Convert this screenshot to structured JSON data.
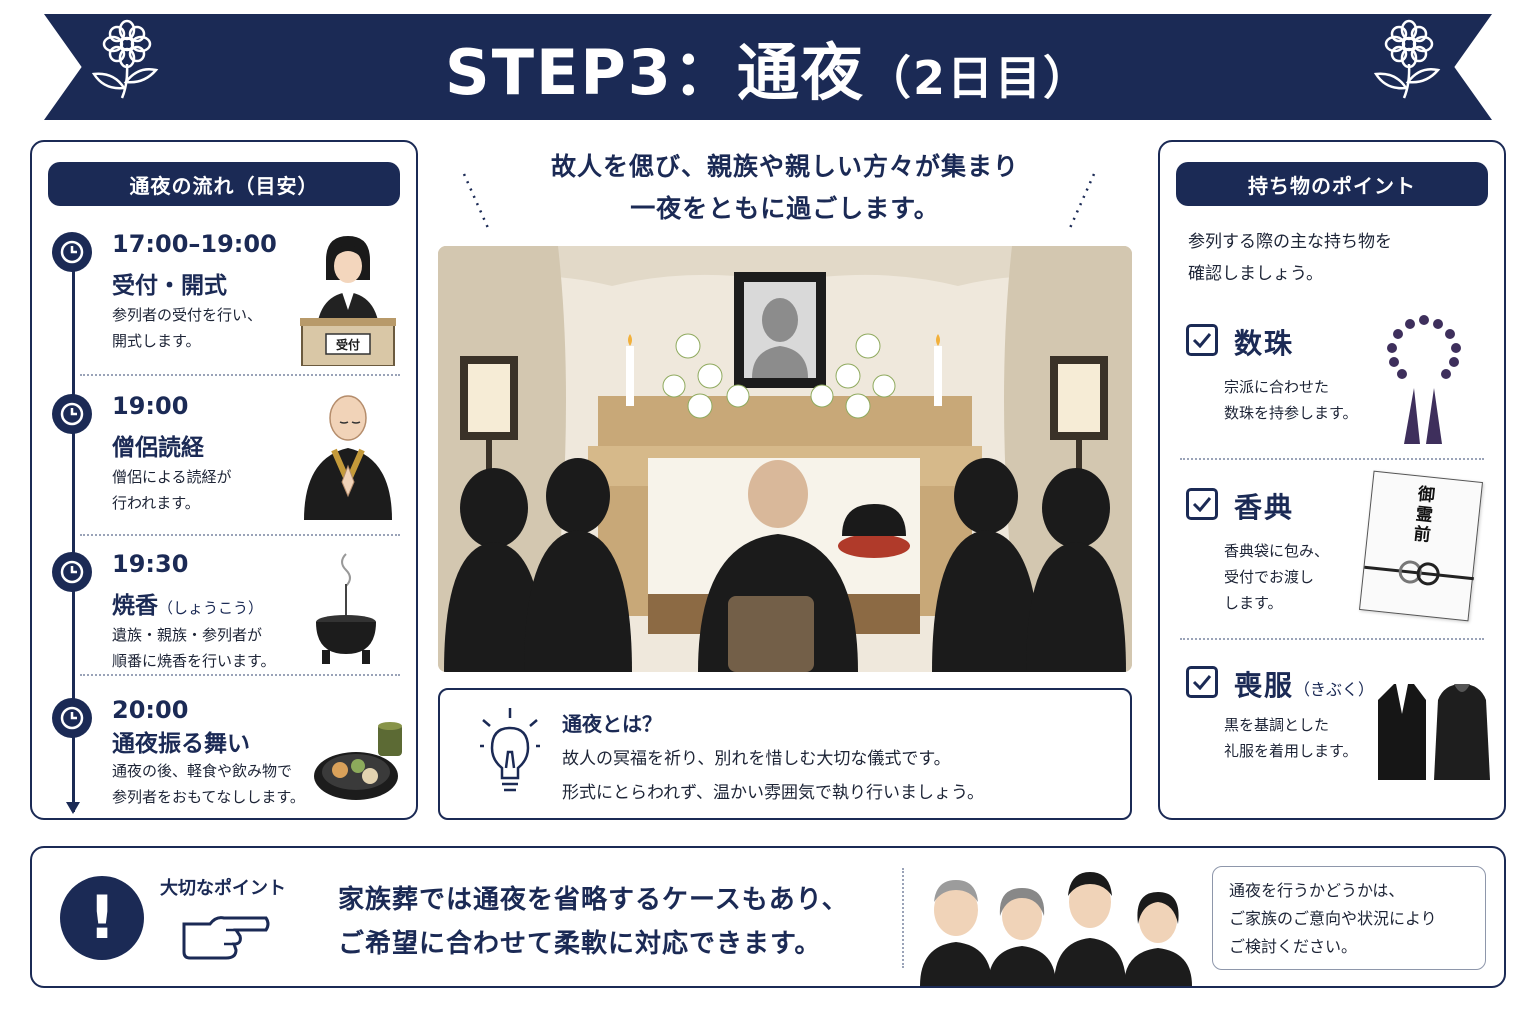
{
  "banner": {
    "title": "STEP3：通夜",
    "subtitle": "（2日目）"
  },
  "flow": {
    "heading": "通夜の流れ（目安）",
    "items": [
      {
        "time": "17:00–19:00",
        "title": "受付・開式",
        "ruby": "",
        "desc1": "参列者の受付を行い、",
        "desc2": "開式します。",
        "sign": "受付",
        "icon": "clock-icon"
      },
      {
        "time": "19:00",
        "title": "僧侶読経",
        "ruby": "",
        "desc1": "僧侶による読経が",
        "desc2": "行われます。",
        "icon": "clock-icon"
      },
      {
        "time": "19:30",
        "title": "焼香",
        "ruby": "（しょうこう）",
        "desc1": "遺族・親族・参列者が",
        "desc2": "順番に焼香を行います。",
        "icon": "clock-icon"
      },
      {
        "time": "20:00",
        "title": "通夜振る舞い",
        "ruby": "",
        "desc1": "通夜の後、軽食や飲み物で",
        "desc2": "参列者をおもてなしします。",
        "icon": "clock-icon"
      }
    ]
  },
  "center": {
    "lead1": "故人を偲び、親族や親しい方々が集まり",
    "lead2": "一夜をともに過ごします。",
    "about_title": "通夜とは？",
    "about1": "故人の冥福を祈り、別れを惜しむ大切な儀式です。",
    "about2": "形式にとらわれず、温かい雰囲気で執り行いましょう。"
  },
  "items": {
    "heading": "持ち物のポイント",
    "intro1": "参列する際の主な持ち物を",
    "intro2": "確認しましょう。",
    "list": [
      {
        "name": "数珠",
        "ruby": "",
        "desc1": "宗派に合わせた",
        "desc2": "数珠を持参します。",
        "desc3": ""
      },
      {
        "name": "香典",
        "ruby": "",
        "desc1": "香典袋に包み、",
        "desc2": "受付でお渡し",
        "desc3": "します。",
        "envelope_label": "御霊前"
      },
      {
        "name": "喪服",
        "ruby": "（きぶく）",
        "desc1": "黒を基調とした",
        "desc2": "礼服を着用します。",
        "desc3": ""
      }
    ]
  },
  "point": {
    "label": "大切なポイント",
    "text1": "家族葬では通夜を省略するケースもあり、",
    "text2": "ご希望に合わせて柔軟に対応できます。",
    "note1": "通夜を行うかどうかは、",
    "note2": "ご家族のご意向や状況により",
    "note3": "ご検討ください。"
  },
  "colors": {
    "navy": "#1b2a55",
    "dotted": "#9aa3b8",
    "background": "#ffffff"
  }
}
